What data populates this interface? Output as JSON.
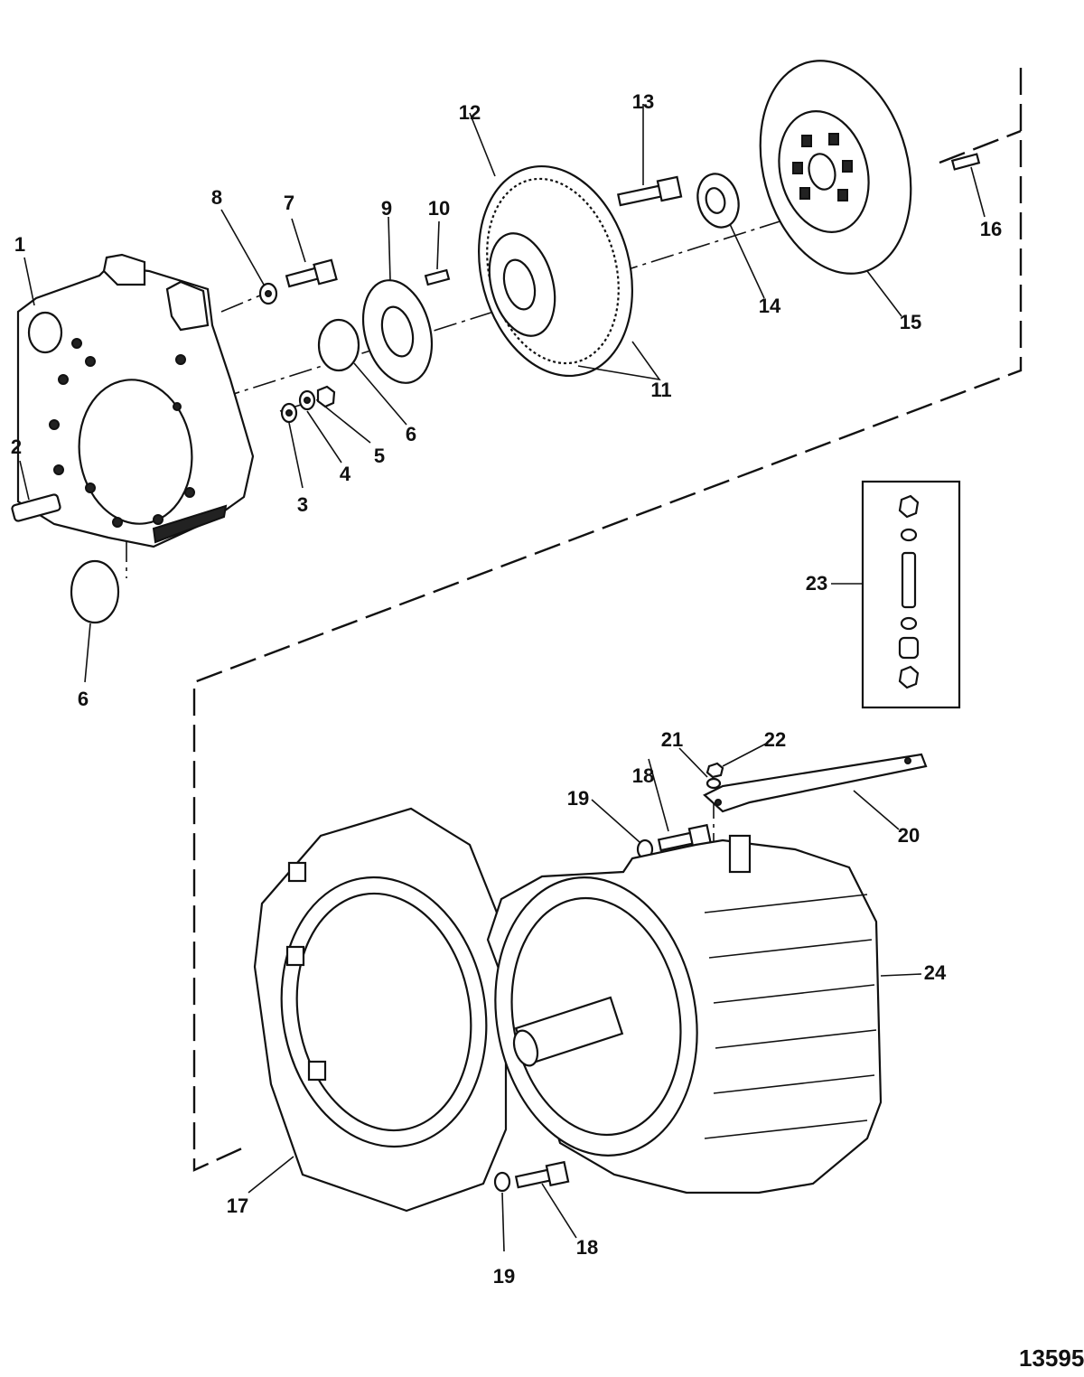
{
  "figure": {
    "id_number": "13595",
    "callouts": [
      {
        "key": "c1",
        "label": "1"
      },
      {
        "key": "c2",
        "label": "2"
      },
      {
        "key": "c3",
        "label": "3"
      },
      {
        "key": "c4",
        "label": "4"
      },
      {
        "key": "c5",
        "label": "5"
      },
      {
        "key": "c6a",
        "label": "6"
      },
      {
        "key": "c6b",
        "label": "6"
      },
      {
        "key": "c7",
        "label": "7"
      },
      {
        "key": "c8",
        "label": "8"
      },
      {
        "key": "c9",
        "label": "9"
      },
      {
        "key": "c10",
        "label": "10"
      },
      {
        "key": "c11",
        "label": "11"
      },
      {
        "key": "c12",
        "label": "12"
      },
      {
        "key": "c13",
        "label": "13"
      },
      {
        "key": "c14",
        "label": "14"
      },
      {
        "key": "c15",
        "label": "15"
      },
      {
        "key": "c16",
        "label": "16"
      },
      {
        "key": "c17",
        "label": "17"
      },
      {
        "key": "c18a",
        "label": "18"
      },
      {
        "key": "c18b",
        "label": "18"
      },
      {
        "key": "c19a",
        "label": "19"
      },
      {
        "key": "c19b",
        "label": "19"
      },
      {
        "key": "c20",
        "label": "20"
      },
      {
        "key": "c21",
        "label": "21"
      },
      {
        "key": "c22",
        "label": "22"
      },
      {
        "key": "c23",
        "label": "23"
      },
      {
        "key": "c24",
        "label": "24"
      }
    ]
  }
}
